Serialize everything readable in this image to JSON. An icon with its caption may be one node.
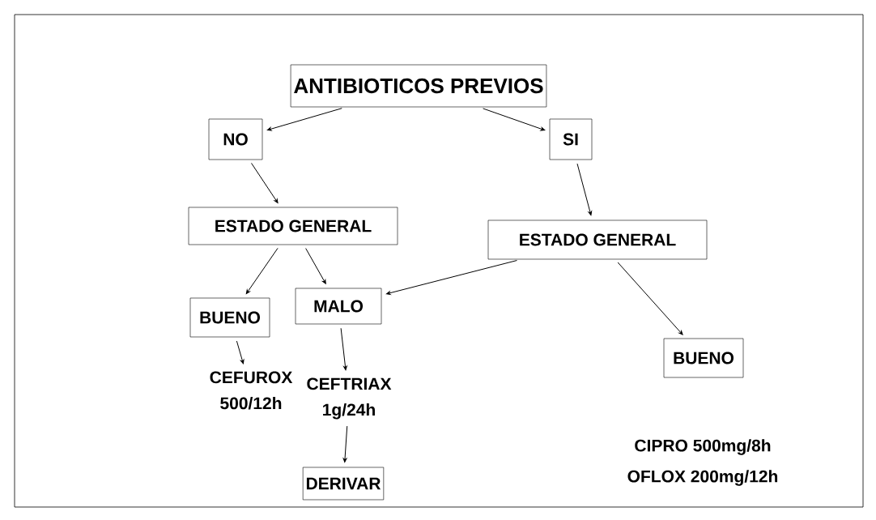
{
  "diagram": {
    "nodes": [
      {
        "text": [
          "ANTIBIOTICOS PREVIOS"
        ]
      },
      {
        "text": [
          "NO"
        ]
      },
      {
        "text": [
          "SI"
        ]
      },
      {
        "text": [
          "ESTADO GENERAL"
        ]
      },
      {
        "text": [
          "ESTADO GENERAL"
        ]
      },
      {
        "text": [
          "BUENO"
        ]
      },
      {
        "text": [
          "MALO"
        ]
      },
      {
        "text": [
          "BUENO"
        ]
      },
      {
        "text": [
          "CEFUROX 500/12h"
        ]
      },
      {
        "text": [
          "CEFTRIAX 1g/24h"
        ]
      },
      {
        "text": [
          "DERIVAR"
        ]
      }
    ],
    "edges": [
      {
        "from": 0,
        "to": 1,
        "arrow": "to"
      },
      {
        "from": 0,
        "to": 2,
        "arrow": "to"
      },
      {
        "from": 1,
        "to": 3,
        "arrow": "to"
      },
      {
        "from": 2,
        "to": 4,
        "arrow": "to"
      },
      {
        "from": 3,
        "to": 5,
        "arrow": "to"
      },
      {
        "from": 3,
        "to": 6,
        "arrow": "to"
      },
      {
        "from": 4,
        "to": 6,
        "arrow": "to"
      },
      {
        "from": 4,
        "to": 7,
        "arrow": "to"
      },
      {
        "from": 5,
        "to": 8,
        "arrow": "to"
      },
      {
        "from": 6,
        "to": 9,
        "arrow": "to"
      },
      {
        "from": 9,
        "to": 10,
        "arrow": "to"
      }
    ],
    "labels": [
      "CIPRO 500mg/8h",
      "OFLOX 200mg/12h"
    ]
  }
}
